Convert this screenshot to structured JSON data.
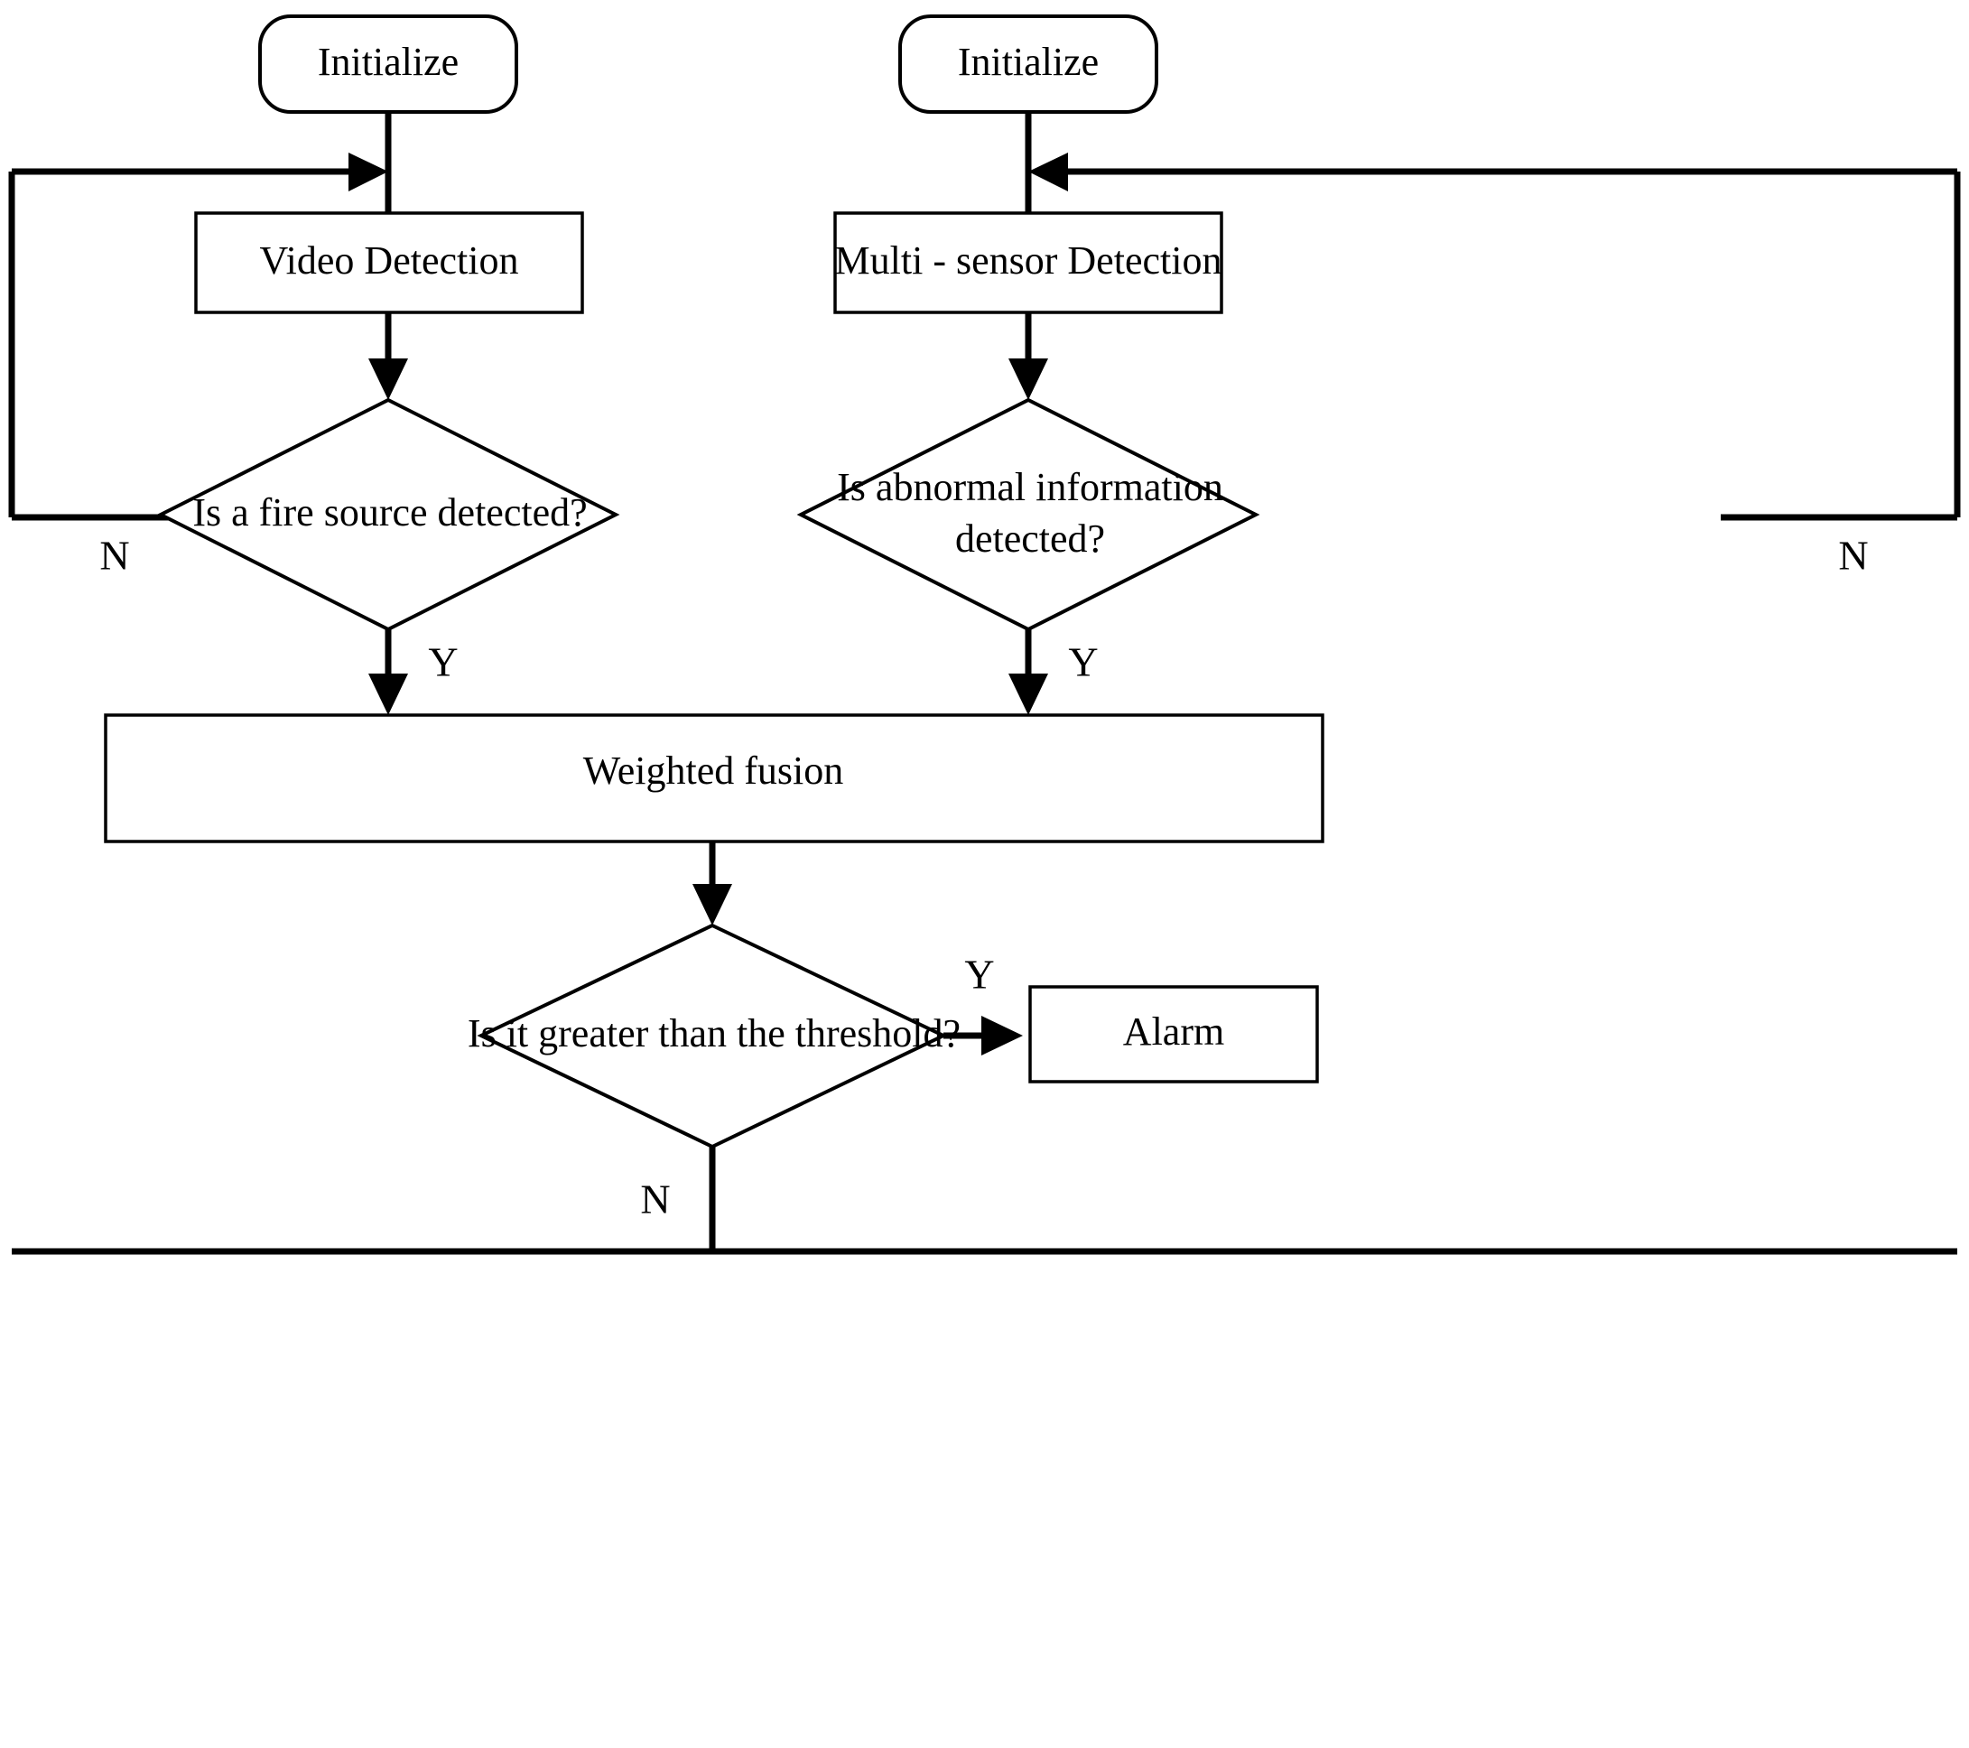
{
  "diagram": {
    "title": "Fire detection fusion flowchart",
    "background_color": "#ffffff",
    "line_color": "#000000",
    "nodes": {
      "init_left": {
        "label": "Initialize",
        "shape": "rounded-rectangle"
      },
      "init_right": {
        "label": "Initialize",
        "shape": "rounded-rectangle"
      },
      "video_detection": {
        "label": "Video Detection",
        "shape": "rectangle"
      },
      "multi_sensor_detection": {
        "label": "Multi - sensor Detection",
        "shape": "rectangle"
      },
      "fire_source_decision": {
        "label": "Is a fire source detected?",
        "shape": "diamond"
      },
      "abnormal_info_decision_line1": {
        "label": "Is abnormal information",
        "shape": "diamond"
      },
      "abnormal_info_decision_line2": {
        "label": "detected?",
        "shape": "diamond"
      },
      "weighted_fusion": {
        "label": "Weighted fusion",
        "shape": "rectangle"
      },
      "threshold_decision": {
        "label": "Is it greater than the threshold?",
        "shape": "diamond"
      },
      "alarm": {
        "label": "Alarm",
        "shape": "rectangle"
      }
    },
    "edge_labels": {
      "fire_no": "N",
      "fire_yes": "Y",
      "abnormal_no": "N",
      "abnormal_yes": "Y",
      "threshold_yes": "Y",
      "threshold_no": "N"
    }
  }
}
